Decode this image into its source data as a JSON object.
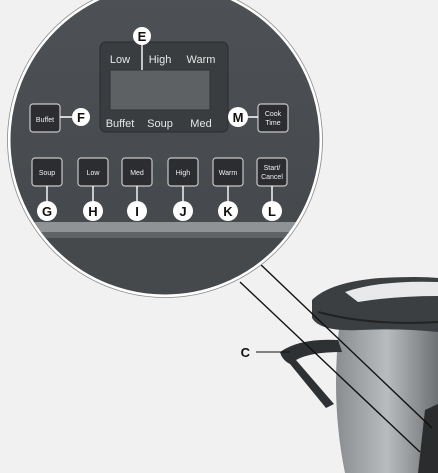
{
  "display": {
    "top_labels": [
      "Low",
      "High",
      "Warm"
    ],
    "bottom_labels": [
      "Buffet",
      "Soup",
      "Med"
    ]
  },
  "buttons": {
    "buffet": "Buffet",
    "cook_time_line1": "Cook",
    "cook_time_line2": "Time",
    "soup": "Soup",
    "low": "Low",
    "med": "Med",
    "high": "High",
    "warm": "Warm",
    "start_line1": "Start/",
    "start_line2": "Cancel"
  },
  "callouts": {
    "E": "E",
    "F": "F",
    "M": "M",
    "G": "G",
    "H": "H",
    "I": "I",
    "J": "J",
    "K": "K",
    "L": "L",
    "C": "C"
  }
}
